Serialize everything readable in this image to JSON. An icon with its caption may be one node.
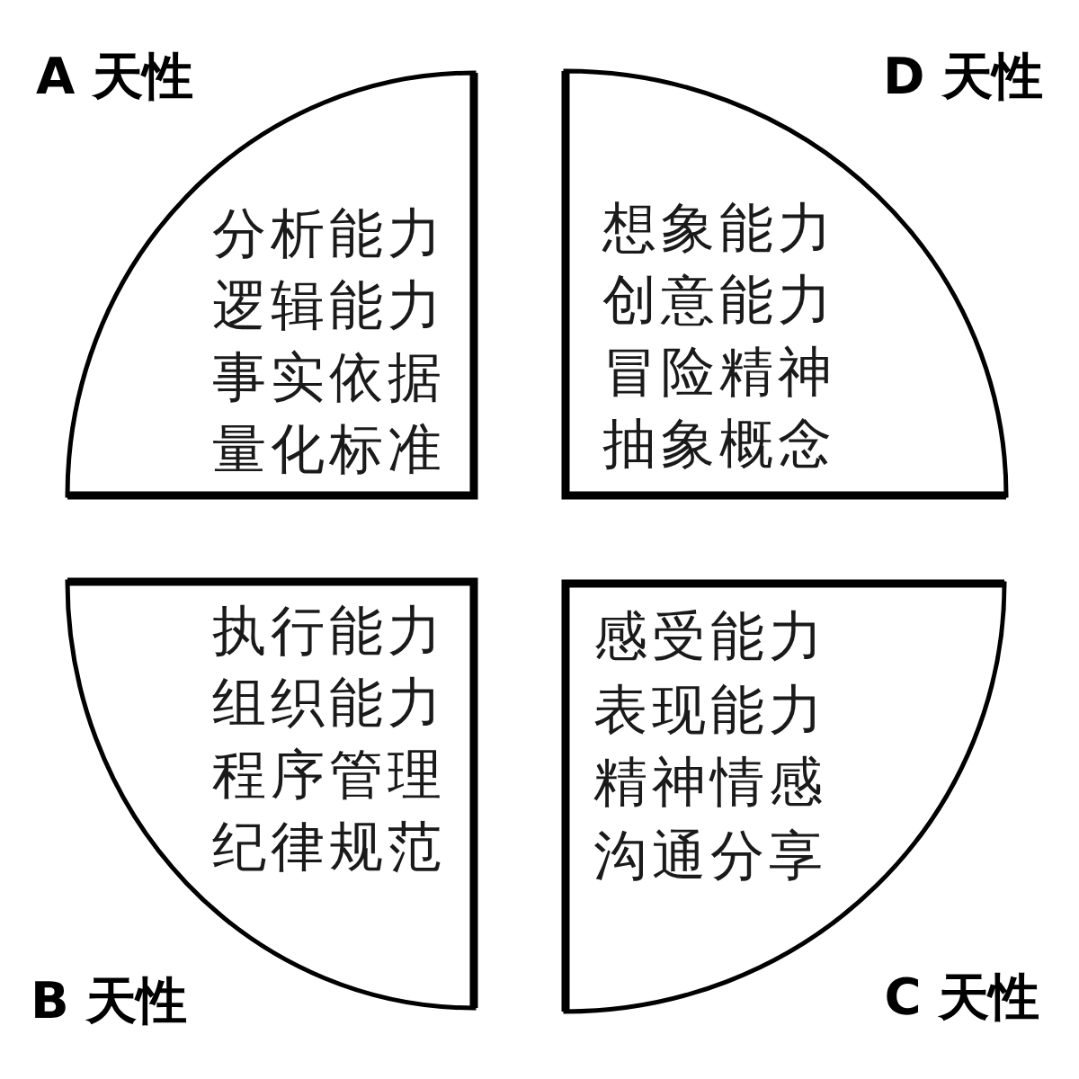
{
  "diagram": {
    "nodes": [
      {
        "text": [
          "分析能力",
          "逻辑能力",
          "事实依据",
          "量化标准"
        ],
        "beside": [
          "A 天性"
        ]
      },
      {
        "text": [
          "想象能力",
          "创意能力",
          "冒险精神",
          "抽象概念"
        ],
        "beside": [
          "D 天性"
        ]
      },
      {
        "text": [
          "执行能力",
          "组织能力",
          "程序管理",
          "纪律规范"
        ],
        "beside": [
          "B 天性"
        ]
      },
      {
        "text": [
          "感受能力",
          "表现能力",
          "精神情感",
          "沟通分享"
        ],
        "beside": [
          "C 天性"
        ]
      }
    ]
  }
}
